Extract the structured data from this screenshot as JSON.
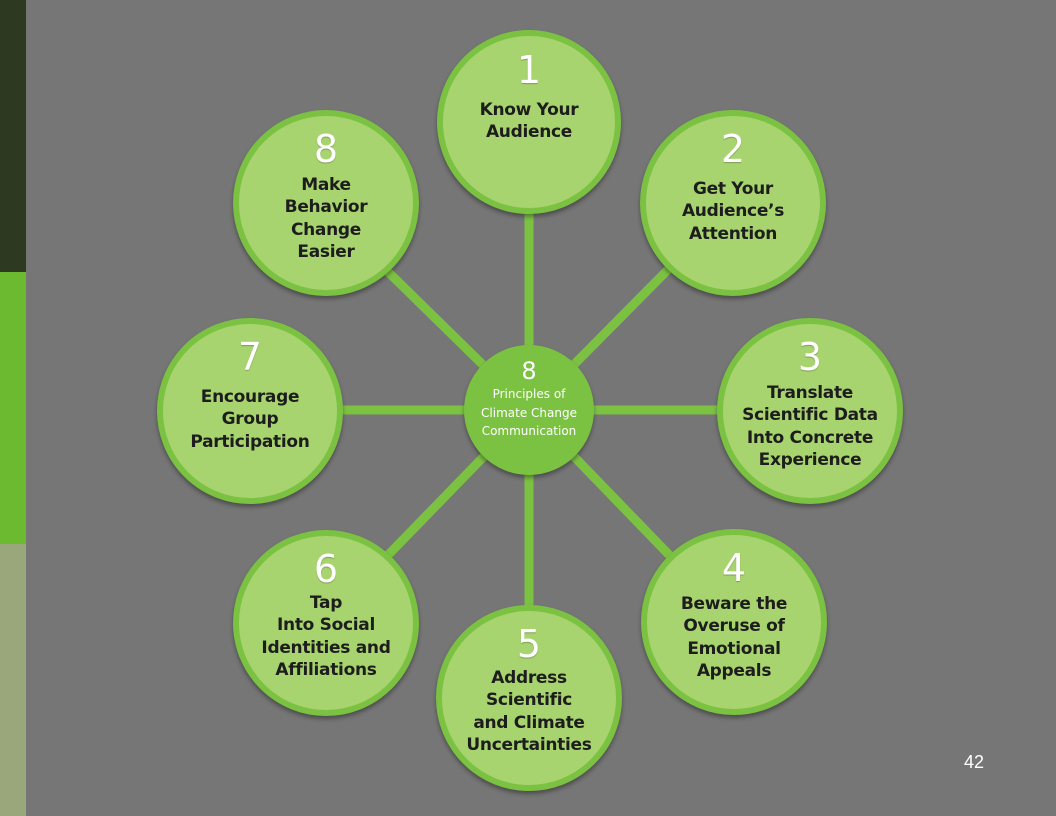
{
  "colors": {
    "background": "#767676",
    "sidebar_dark": "#2e3921",
    "sidebar_green": "#6cba2f",
    "sidebar_olive": "#9aa77a",
    "node_fill": "#a8d46f",
    "node_ring": "#7cc242",
    "spoke": "#7cc242"
  },
  "hub": {
    "number": "8",
    "text": "Principles of\nClimate Change\nCommunication"
  },
  "principles": [
    {
      "number": "1",
      "label": "Know Your\nAudience"
    },
    {
      "number": "2",
      "label": "Get Your\nAudience’s\nAttention"
    },
    {
      "number": "3",
      "label": "Translate\nScientific Data\nInto Concrete\nExperience"
    },
    {
      "number": "4",
      "label": "Beware the\nOveruse of\nEmotional\nAppeals"
    },
    {
      "number": "5",
      "label": "Address\nScientific\nand Climate\nUncertainties"
    },
    {
      "number": "6",
      "label": "Tap\nInto Social\nIdentities and\nAffiliations"
    },
    {
      "number": "7",
      "label": "Encourage\nGroup\nParticipation"
    },
    {
      "number": "8",
      "label": "Make\nBehavior\nChange\nEasier"
    }
  ],
  "slide": {
    "page_number": "42"
  }
}
